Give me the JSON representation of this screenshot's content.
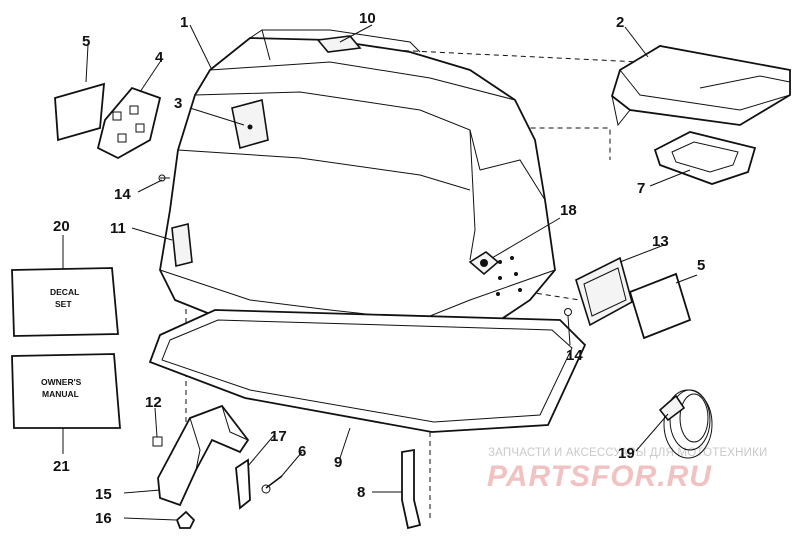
{
  "callouts": {
    "c1": "1",
    "c2": "2",
    "c3": "3",
    "c4": "4",
    "c5a": "5",
    "c5b": "5",
    "c6": "6",
    "c7": "7",
    "c8": "8",
    "c9": "9",
    "c10": "10",
    "c11": "11",
    "c12": "12",
    "c13": "13",
    "c14a": "14",
    "c14b": "14",
    "c15": "15",
    "c16": "16",
    "c17": "17",
    "c18": "18",
    "c19": "19",
    "c20": "20",
    "c21": "21"
  },
  "boxes": {
    "decal_set": [
      "DECAL",
      "SET"
    ],
    "owners_manual": [
      "OWNER'S",
      "MANUAL"
    ]
  },
  "watermark": {
    "line1": "ЗАПЧАСТИ И АКСЕССУАРЫ ДЛЯ МОТОТЕХНИКИ",
    "line2": "PARTSFOR.RU"
  }
}
